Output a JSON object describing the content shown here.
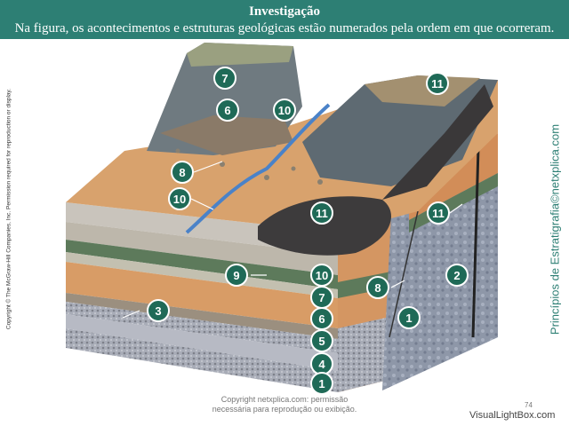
{
  "header": {
    "title": "Investigação",
    "subtitle": "Na figura, os acontecimentos e estruturas geológicas estão numerados pela ordem em que ocorreram."
  },
  "side_copyright": "Copyright © The McGraw-Hill Companies, Inc. Permission required for reproduction or display.",
  "side_brand": "Princípios de Estratigrafia©netxplica.com",
  "bottom_copyright": {
    "line1": "Copyright netxplica.com: permissão",
    "line2": "necessária para reprodução ou exibição."
  },
  "page_number": "74",
  "watermark": "VisualLightBox.com",
  "labels": {
    "top_butte_7": "7",
    "top_butte_6": "6",
    "valley_10": "10",
    "ridge_11": "11",
    "plain_8": "8",
    "river_10": "10",
    "lava_11": "11",
    "dike_11": "11",
    "face_9": "9",
    "face_10": "10",
    "face_7": "7",
    "face_6": "6",
    "face_5": "5",
    "face_4": "4",
    "face_1_front": "1",
    "face_3": "3",
    "side_8": "8",
    "side_1": "1",
    "side_2": "2"
  },
  "colors": {
    "header_bg": "#2d7f74",
    "label_bg": "#1f6a57",
    "brand_text": "#2d7f74"
  }
}
